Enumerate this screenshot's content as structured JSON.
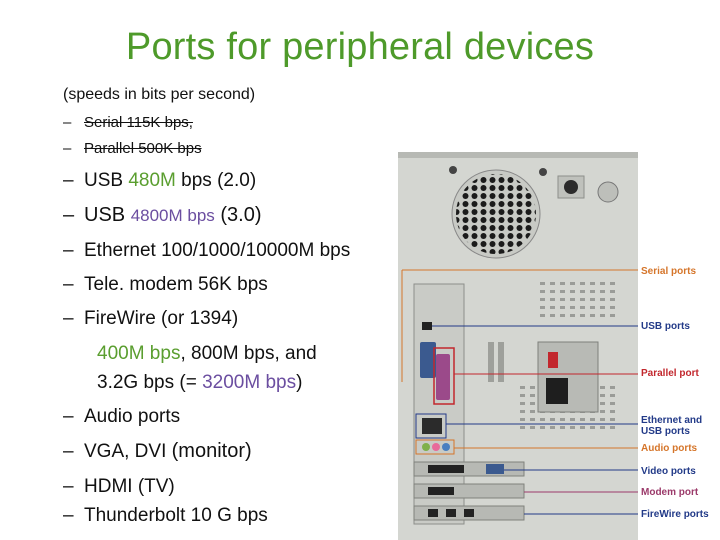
{
  "title": "Ports for peripheral devices",
  "intro": "(speeds in bits per second)",
  "bullets": {
    "serial": "Serial 115K bps,",
    "parallel": "Parallel 500K bps",
    "usb2_pre": "USB ",
    "usb2_speed": "480M",
    "usb2_post": " bps (2.0)",
    "usb3_pre": "USB ",
    "usb3_speed": "4800M bps",
    "usb3_post": " (3.0)",
    "ethernet": "Ethernet 100/1000/10000M bps",
    "modem": "Tele. modem 56K bps",
    "firewire": "FireWire (or 1394)",
    "fw_speed1": "400M bps",
    "fw_line1_rest": ", 800M bps, and",
    "fw_line2_pre": "3.2G bps (= ",
    "fw_speed2": "3200M bps",
    "fw_line2_post": ")",
    "audio": "Audio ports",
    "vga_pre": "VGA, DVI ",
    "vga_monitor": "(monitor)",
    "hdmi": "HDMI (TV)",
    "thunderbolt": "Thunderbolt 10 G bps"
  },
  "dash": "–",
  "callouts": {
    "serial": "Serial ports",
    "usb": "USB ports",
    "parallel": "Parallel port",
    "ethernet_1": "Ethernet and",
    "ethernet_2": "USB ports",
    "audio": "Audio ports",
    "video": "Video ports",
    "modem": "Modem port",
    "firewire": "FireWire ports"
  },
  "colors": {
    "title_green": "#4e9a2a",
    "accent_purple": "#6b4ea0",
    "callout_blue": "#223a88",
    "callout_orange": "#d5752a"
  }
}
